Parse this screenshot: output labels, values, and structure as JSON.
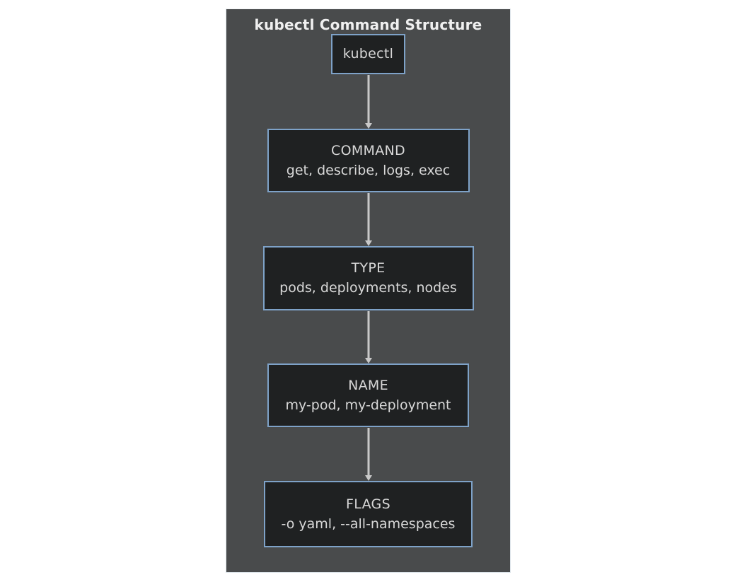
{
  "theme": {
    "page_bg": "#ffffff",
    "panel_bg": "#494b4c",
    "panel_border": "#dde4ea",
    "node_bg": "#1f2122",
    "node_border": "#7ea2c8",
    "text": "#d8d8d8",
    "title": "#f0f0f0",
    "arrow": "#c9c9c9"
  },
  "diagram": {
    "title": "kubectl Command Structure",
    "type": "flowchart-vertical",
    "root": {
      "label": "kubectl"
    },
    "nodes": [
      {
        "heading": "COMMAND",
        "examples": "get, describe, logs, exec"
      },
      {
        "heading": "TYPE",
        "examples": "pods, deployments, nodes"
      },
      {
        "heading": "NAME",
        "examples": "my-pod, my-deployment"
      },
      {
        "heading": "FLAGS",
        "examples": "-o yaml, --all-namespaces"
      }
    ],
    "arrows": [
      "root-to-command",
      "command-to-type",
      "type-to-name",
      "name-to-flags"
    ]
  }
}
